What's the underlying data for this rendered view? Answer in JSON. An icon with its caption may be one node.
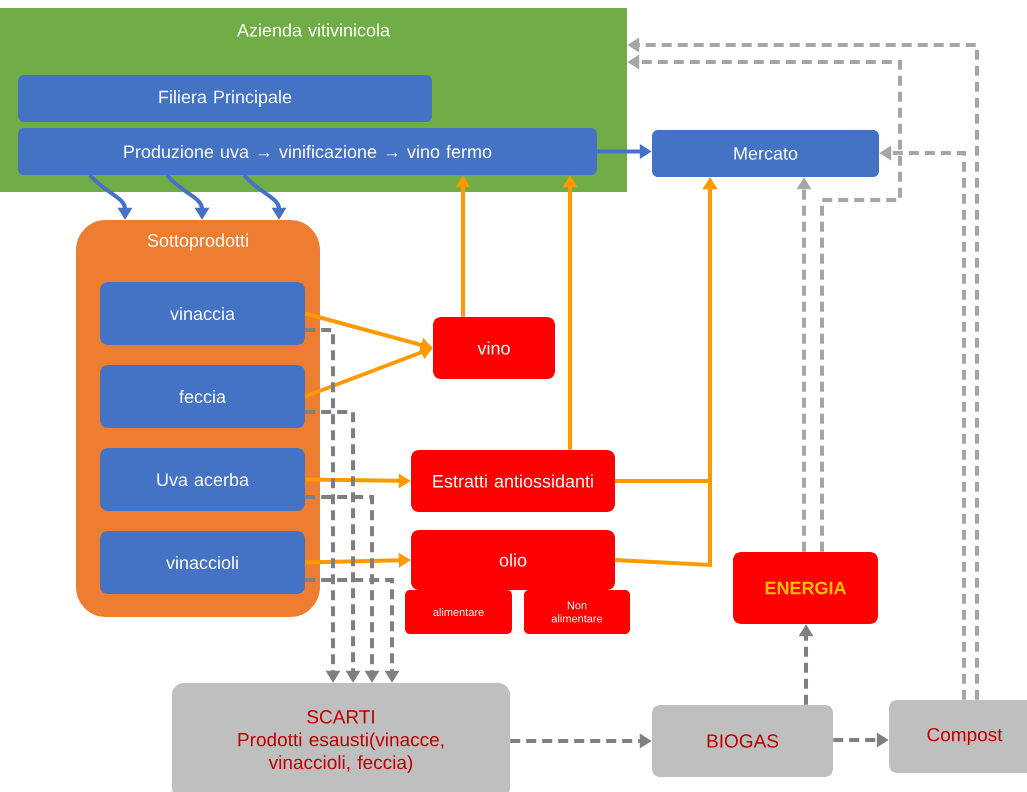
{
  "diagram": {
    "nodes": [
      {
        "text": [
          "Azienda vitivinicola"
        ]
      },
      {
        "text": [
          "Filiera Principale"
        ],
        "in": 0
      },
      {
        "text": [
          "Produzione uva → vinificazione → vino fermo"
        ],
        "in": 0
      },
      {
        "text": [
          "Mercato"
        ]
      },
      {
        "text": [
          "Sottoprodotti"
        ]
      },
      {
        "text": [
          "vinaccia"
        ],
        "in": 4
      },
      {
        "text": [
          "feccia"
        ],
        "in": 4
      },
      {
        "text": [
          "Uva acerba"
        ],
        "in": 4
      },
      {
        "text": [
          "vinaccioli"
        ],
        "in": 4
      },
      {
        "text": [
          "vino"
        ]
      },
      {
        "text": [
          "Estratti antiossidanti"
        ]
      },
      {
        "text": [
          "olio"
        ]
      },
      {
        "text": [
          "alimentare"
        ]
      },
      {
        "text": [
          "Non alimentare"
        ]
      },
      {
        "text": [
          "ENERGIA"
        ]
      },
      {
        "text": [
          "SCARTI",
          "Prodotti esausti(vinacce, vinaccioli, feccia)"
        ]
      },
      {
        "text": [
          "BIOGAS"
        ]
      },
      {
        "text": [
          "Compost"
        ]
      }
    ],
    "edges": [
      {
        "from": 2,
        "to": 3,
        "arrow": "to",
        "color": "#4472c4"
      },
      {
        "from": 2,
        "to": 4,
        "arrow": "to",
        "color": "#4472c4"
      },
      {
        "from": 2,
        "to": 4,
        "arrow": "to",
        "color": "#4472c4"
      },
      {
        "from": 2,
        "to": 4,
        "arrow": "to",
        "color": "#4472c4"
      },
      {
        "from": 5,
        "to": 9,
        "arrow": "to"
      },
      {
        "from": 6,
        "to": 9,
        "arrow": "to"
      },
      {
        "from": 7,
        "to": 10,
        "arrow": "to"
      },
      {
        "from": 8,
        "to": 11,
        "arrow": "to"
      },
      {
        "from": 9,
        "to": 2,
        "arrow": "to"
      },
      {
        "from": 10,
        "to": 2,
        "arrow": "to"
      },
      {
        "from": 10,
        "to": 3,
        "arrow": "to"
      },
      {
        "from": 11,
        "to": 3,
        "arrow": "to"
      },
      {
        "from": 5,
        "to": 15,
        "arrow": "to",
        "style": "dashed",
        "color": "#7f7f7f"
      },
      {
        "from": 6,
        "to": 15,
        "arrow": "to",
        "style": "dashed",
        "color": "#7f7f7f"
      },
      {
        "from": 7,
        "to": 15,
        "arrow": "to",
        "style": "dashed",
        "color": "#7f7f7f"
      },
      {
        "from": 8,
        "to": 15,
        "arrow": "to",
        "style": "dashed",
        "color": "#7f7f7f"
      },
      {
        "from": 15,
        "to": 16,
        "arrow": "to",
        "style": "dashed",
        "color": "#7f7f7f"
      },
      {
        "from": 16,
        "to": 17,
        "arrow": "to",
        "style": "dashed",
        "color": "#7f7f7f"
      },
      {
        "from": 16,
        "to": 14,
        "arrow": "to",
        "style": "dashed",
        "color": "#7f7f7f"
      },
      {
        "from": 14,
        "to": 3,
        "arrow": "to",
        "style": "dashed",
        "color": "#a6a6a6"
      },
      {
        "from": 14,
        "to": 0,
        "arrow": "to",
        "style": "dashed",
        "color": "#a6a6a6"
      },
      {
        "from": 17,
        "to": 3,
        "arrow": "to",
        "style": "dashed",
        "color": "#a6a6a6"
      },
      {
        "from": 17,
        "to": 0,
        "arrow": "to",
        "style": "dashed",
        "color": "#a6a6a6"
      }
    ]
  }
}
